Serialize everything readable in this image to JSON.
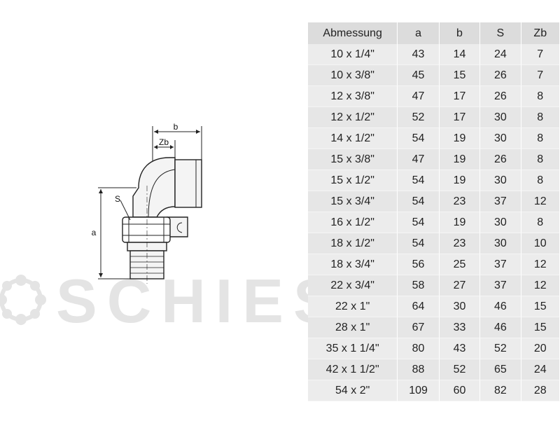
{
  "drawing": {
    "label_a": "a",
    "label_b": "b",
    "label_s": "S",
    "label_zb": "Zb"
  },
  "watermark": {
    "text": "SCHIESSL"
  },
  "table": {
    "headers": [
      "Abmessung",
      "a",
      "b",
      "S",
      "Zb"
    ],
    "rows": [
      [
        "10 x 1/4\"",
        "43",
        "14",
        "24",
        "7"
      ],
      [
        "10 x 3/8\"",
        "45",
        "15",
        "26",
        "7"
      ],
      [
        "12 x 3/8\"",
        "47",
        "17",
        "26",
        "8"
      ],
      [
        "12 x 1/2\"",
        "52",
        "17",
        "30",
        "8"
      ],
      [
        "14 x 1/2\"",
        "54",
        "19",
        "30",
        "8"
      ],
      [
        "15 x 3/8\"",
        "47",
        "19",
        "26",
        "8"
      ],
      [
        "15 x 1/2\"",
        "54",
        "19",
        "30",
        "8"
      ],
      [
        "15 x 3/4\"",
        "54",
        "23",
        "37",
        "12"
      ],
      [
        "16 x 1/2\"",
        "54",
        "19",
        "30",
        "8"
      ],
      [
        "18 x 1/2\"",
        "54",
        "23",
        "30",
        "10"
      ],
      [
        "18 x 3/4\"",
        "56",
        "25",
        "37",
        "12"
      ],
      [
        "22 x 3/4\"",
        "58",
        "27",
        "37",
        "12"
      ],
      [
        "22 x 1\"",
        "64",
        "30",
        "46",
        "15"
      ],
      [
        "28 x 1\"",
        "67",
        "33",
        "46",
        "15"
      ],
      [
        "35 x 1 1/4\"",
        "80",
        "43",
        "52",
        "20"
      ],
      [
        "42 x 1 1/2\"",
        "88",
        "52",
        "65",
        "24"
      ],
      [
        "54 x 2\"",
        "109",
        "60",
        "82",
        "28"
      ]
    ]
  }
}
